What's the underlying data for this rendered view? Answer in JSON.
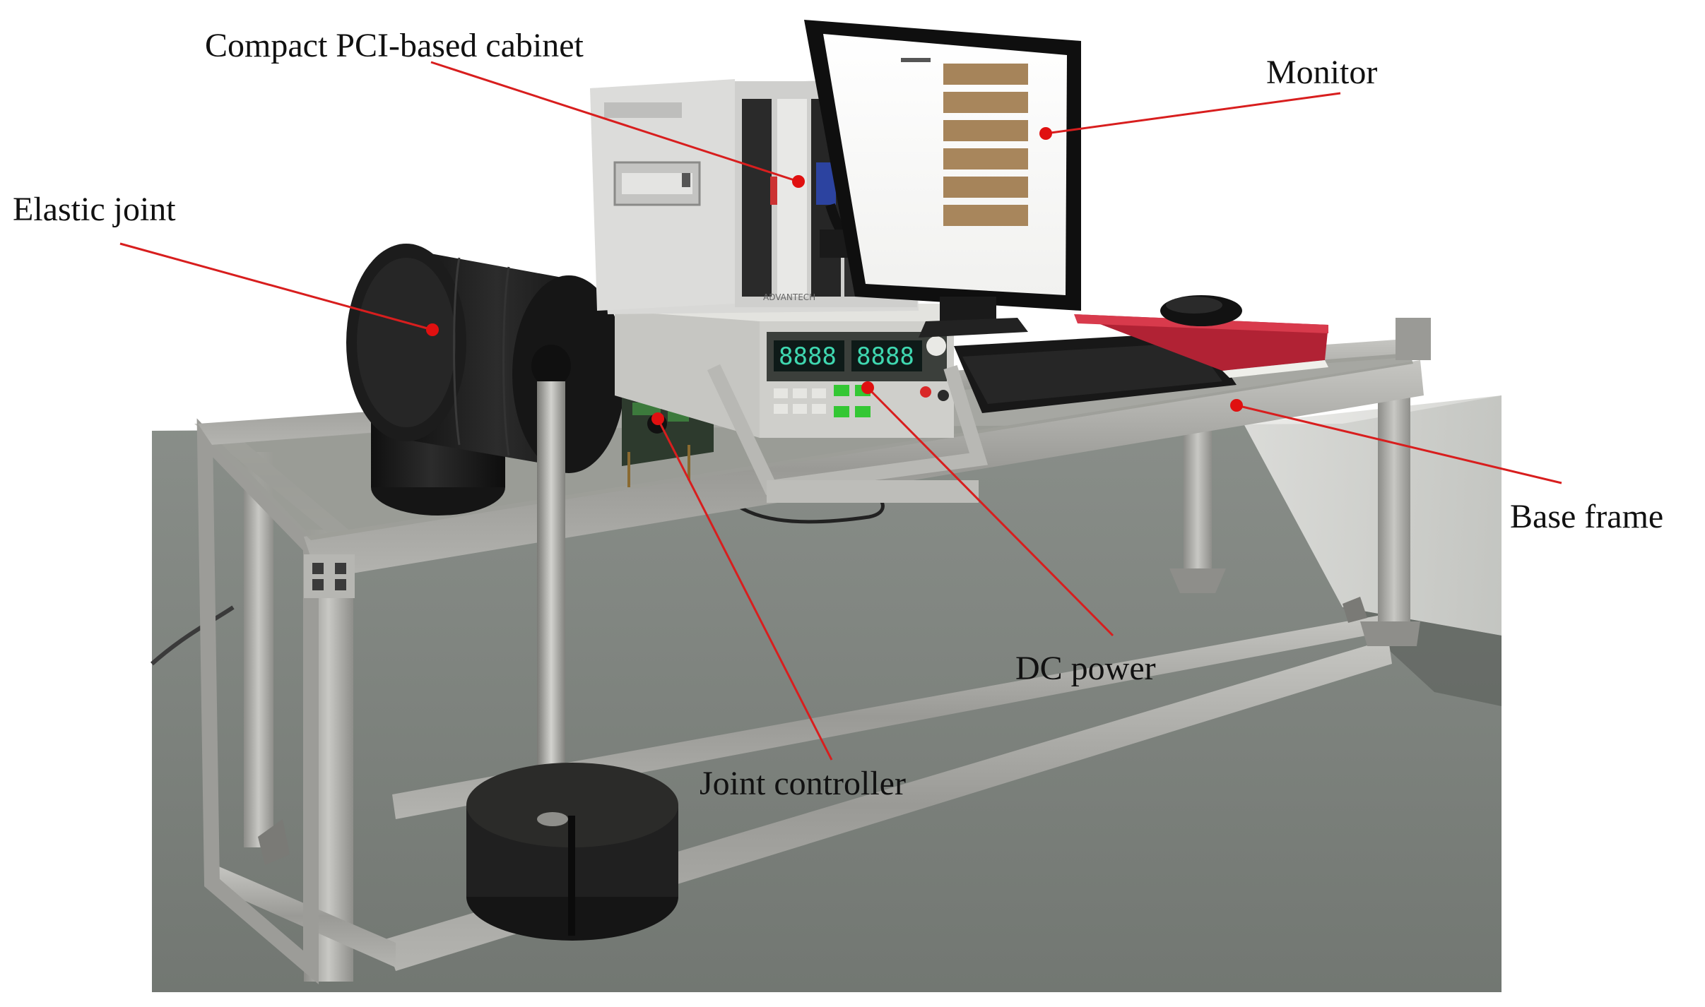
{
  "figure": {
    "labels": {
      "cabinet": "Compact PCI-based cabinet",
      "monitor": "Monitor",
      "elastic_joint": "Elastic joint",
      "base_frame": "Base frame",
      "dc_power": "DC power",
      "joint_controller": "Joint controller"
    },
    "monitor_screen_rows": [
      "",
      "",
      "",
      "",
      "",
      ""
    ],
    "colors": {
      "callout_line": "#d81e1e",
      "callout_dot": "#e01010",
      "floor": "#7e837e",
      "frame_aluminum": "#a8a8a4",
      "joint_body": "#1a1a1a",
      "cabinet": "#d6d6d4",
      "power_supply": "#cfcfcb",
      "vfd_display": "#3fd7b0",
      "book_red": "#c0283a",
      "screen_panel": "#a6845a"
    }
  }
}
